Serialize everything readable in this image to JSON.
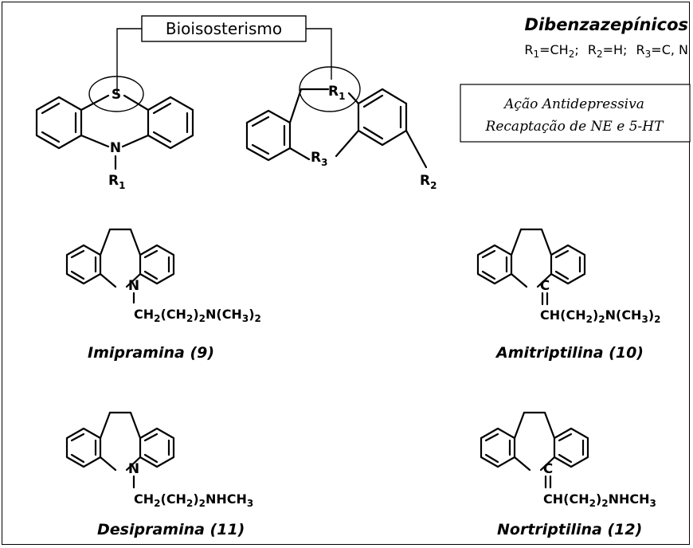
{
  "header": {
    "bioisosterism_label": "Bioisosterismo",
    "class_title": "Dibenzazepínicos",
    "substituents": {
      "r1_label": "R",
      "r1_sub": "1",
      "r1_value": "=CH",
      "r1_value_sub": "2",
      "r1_end": ";",
      "r2_label": "R",
      "r2_sub": "2",
      "r2_value": "=H;",
      "r3_label": "R",
      "r3_sub": "3",
      "r3_value": "=C, N"
    },
    "action_line1": "Ação Antidepressiva",
    "action_line2": "Recaptação de NE e 5-HT"
  },
  "phenothiazine": {
    "s_atom": "S",
    "n_atom": "N",
    "r_label": "R",
    "r_sub": "1"
  },
  "dibenz_core": {
    "r1_label": "R",
    "r1_sub": "1",
    "r3_label": "R",
    "r3_sub": "3",
    "r2_label": "R",
    "r2_sub": "2"
  },
  "compounds": [
    {
      "name": "Imipramina (9)",
      "center_atom": "N",
      "chain_a": "CH",
      "chain_a_sub": "2",
      "chain_b": "(CH",
      "chain_b_sub": "2",
      "chain_c": ")",
      "chain_c_sub": "2",
      "chain_d": "N(CH",
      "chain_d_sub": "3",
      "chain_e": ")",
      "chain_e_sub": "2"
    },
    {
      "name": "Amitriptilina (10)",
      "center_atom": "C",
      "chain_a": "CH(CH",
      "chain_a_sub": "2",
      "chain_b": ")",
      "chain_b_sub": "2",
      "chain_c": "N(CH",
      "chain_c_sub": "3",
      "chain_d": ")",
      "chain_d_sub": "2"
    },
    {
      "name": "Desipramina (11)",
      "center_atom": "N",
      "chain_a": "CH",
      "chain_a_sub": "2",
      "chain_b": "(CH",
      "chain_b_sub": "2",
      "chain_c": ")",
      "chain_c_sub": "2",
      "chain_d": "NHCH",
      "chain_d_sub": "3"
    },
    {
      "name": "Nortriptilina (12)",
      "center_atom": "C",
      "chain_a": "CH(CH",
      "chain_a_sub": "2",
      "chain_b": ")",
      "chain_b_sub": "2",
      "chain_c": "NHCH",
      "chain_c_sub": "3"
    }
  ]
}
